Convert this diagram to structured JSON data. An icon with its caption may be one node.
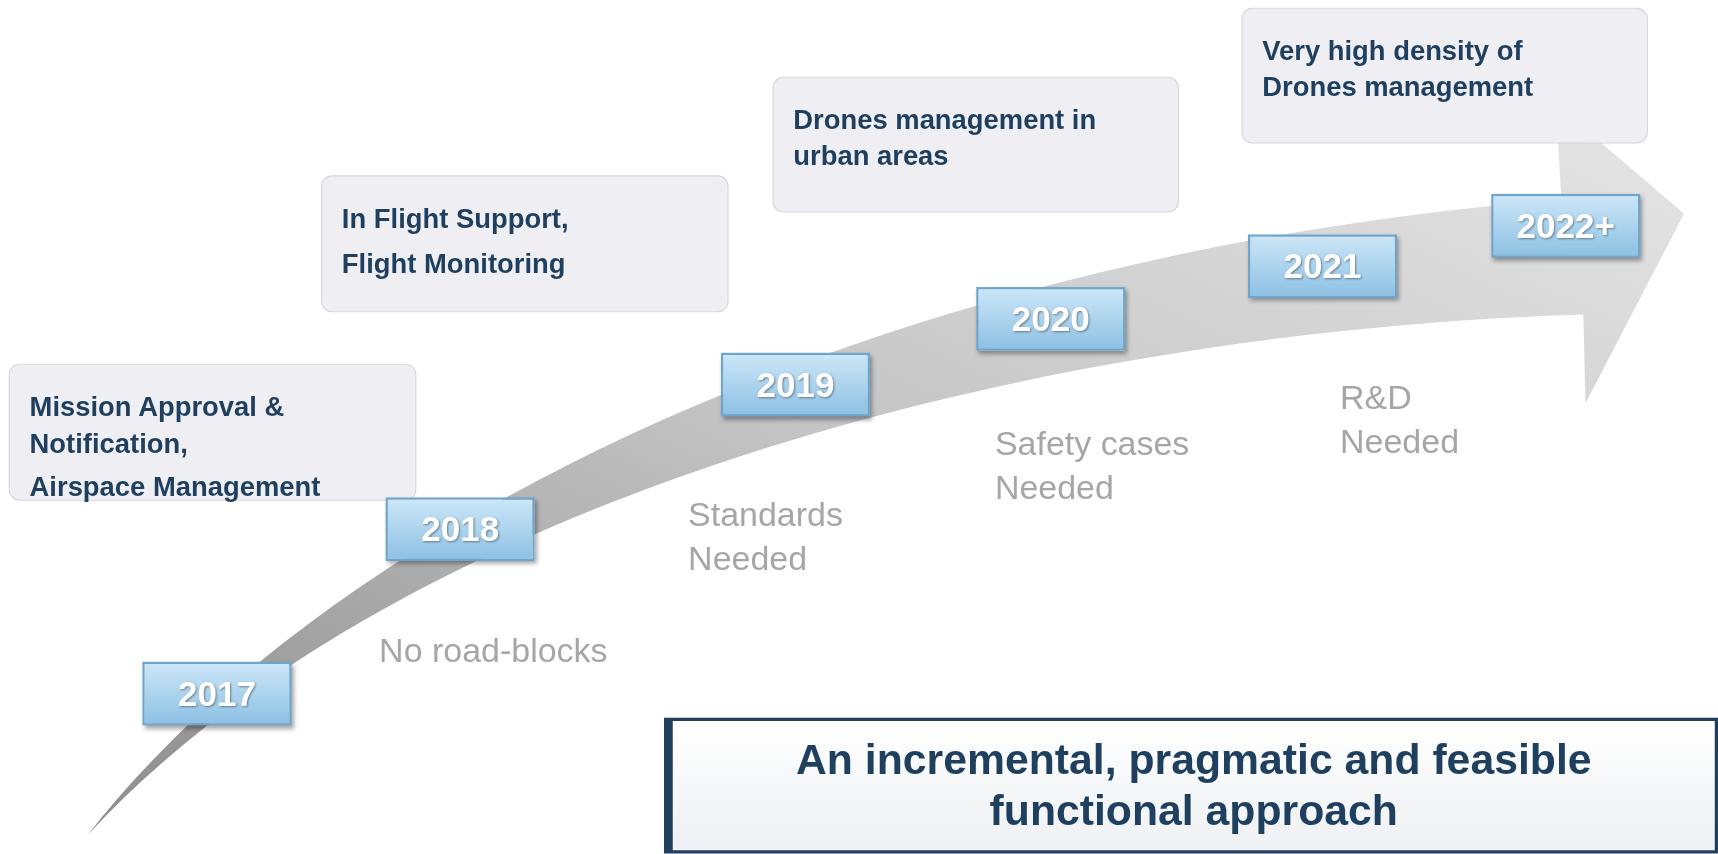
{
  "diagram": {
    "nodes": [
      {
        "text": [
          "Mission Approval & Notification,",
          "Airspace Management"
        ]
      },
      {
        "text": [
          "In Flight Support,",
          "Flight Monitoring"
        ]
      },
      {
        "text": [
          "Drones management in urban areas"
        ]
      },
      {
        "text": [
          "Very high density of Drones management"
        ]
      },
      {
        "text": [
          "2017"
        ]
      },
      {
        "text": [
          "2018"
        ]
      },
      {
        "text": [
          "2019"
        ]
      },
      {
        "text": [
          "2020"
        ]
      },
      {
        "text": [
          "2021"
        ]
      },
      {
        "text": [
          "2022+"
        ]
      },
      {
        "text": [
          "An incremental, pragmatic and feasible functional approach"
        ]
      }
    ],
    "edges": [],
    "labels": [
      "No road-blocks",
      "Standards Needed",
      "Safety cases Needed",
      "R&D Needed"
    ]
  }
}
